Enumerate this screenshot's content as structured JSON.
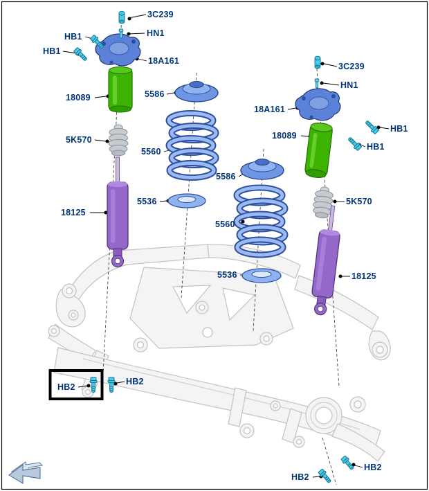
{
  "diagram": {
    "type": "exploded-parts-diagram",
    "subject": "rear-suspension",
    "colors": {
      "label": "#003478",
      "bolt_cyan": "#4cc9e8",
      "boot_green": "#3cb300",
      "shock_purple": "#9468c8",
      "spring_blue": "#3a5fb0",
      "mount_blue": "#5b82d8",
      "bumper_gray": "#c6cbd0",
      "frame_gray": "#c9c9c9",
      "highlight_box": "#000000"
    },
    "labels": {
      "left_3c239": "3C239",
      "left_hn1": "HN1",
      "left_hb1_upper": "HB1",
      "left_hb1_lower": "HB1",
      "left_18a161": "18A161",
      "left_18089": "18089",
      "left_5k570": "5K570",
      "left_18125": "18125",
      "mid_left_5586": "5586",
      "mid_left_5560": "5560",
      "mid_left_5536": "5536",
      "mid_right_5586": "5586",
      "mid_right_5560": "5560",
      "mid_right_5536": "5536",
      "right_3c239": "3C239",
      "right_hn1": "HN1",
      "right_18a161": "18A161",
      "right_hb1_upper": "HB1",
      "right_hb1_lower": "HB1",
      "right_18089": "18089",
      "right_5k570": "5K570",
      "right_18125": "18125",
      "bottom_hb2_boxed": "HB2",
      "bottom_hb2_second": "HB2",
      "bottom_right_hb2_first": "HB2",
      "bottom_right_hb2_second": "HB2"
    }
  }
}
